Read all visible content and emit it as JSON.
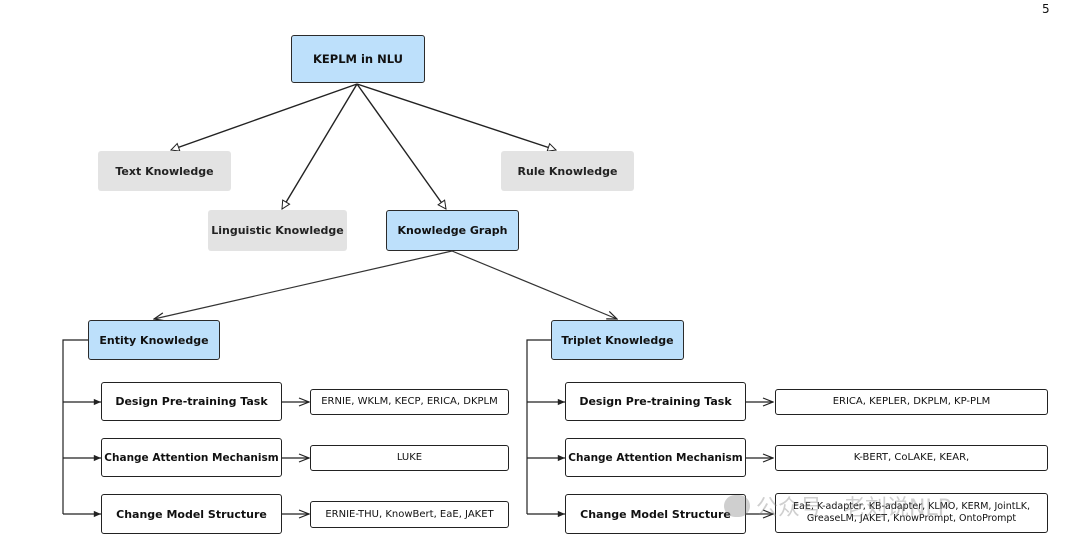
{
  "page_number": "5",
  "root": "KEPLM in NLU",
  "knowledge_types": {
    "text": "Text Knowledge",
    "linguistic": "Linguistic Knowledge",
    "graph": "Knowledge Graph",
    "rule": "Rule Knowledge"
  },
  "branches": [
    {
      "title": "Entity Knowledge",
      "methods": [
        {
          "label": "Design Pre-training Task",
          "models": "ERNIE, WKLM, KECP, ERICA, DKPLM"
        },
        {
          "label": "Change Attention Mechanism",
          "models": "LUKE"
        },
        {
          "label": "Change Model Structure",
          "models": "ERNIE-THU, KnowBert, EaE, JAKET"
        }
      ]
    },
    {
      "title": "Triplet Knowledge",
      "methods": [
        {
          "label": "Design Pre-training Task",
          "models": "ERICA, KEPLER, DKPLM, KP-PLM"
        },
        {
          "label": "Change Attention Mechanism",
          "models": "K-BERT, CoLAKE, KEAR,"
        },
        {
          "label": "Change Model Structure",
          "models": "EaE, K-adapter, KB-adapter, KLMO, KERM, JointLK, GreaseLM, JAKET, KnowPrompt, OntoPrompt"
        }
      ]
    }
  ],
  "watermark": "公众号 · 老刘说NLP",
  "colors": {
    "blue_node": "#bde0fb",
    "grey_node": "#e3e3e3",
    "line": "#222222"
  }
}
